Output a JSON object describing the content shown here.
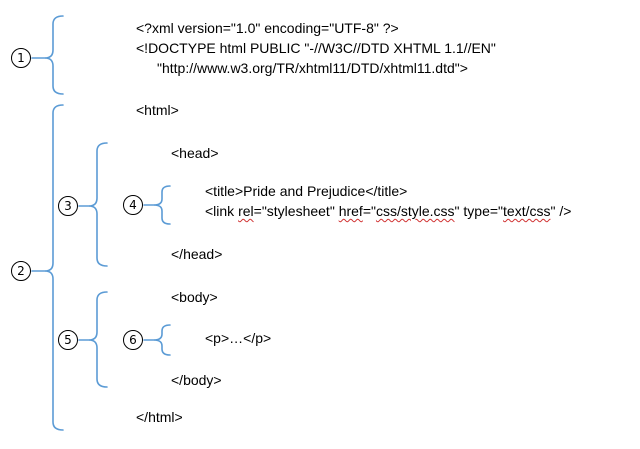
{
  "colors": {
    "bracket": "#5b9bd5",
    "text": "#000000",
    "spellcheck": "#d03030"
  },
  "markers": [
    "1",
    "2",
    "3",
    "4",
    "5",
    "6"
  ],
  "code": {
    "xml_decl": "<?xml version=\"1.0\" encoding=\"UTF-8\" ?>",
    "doctype_1": "<!DOCTYPE html PUBLIC \"-//W3C//DTD XHTML 1.1//EN\"",
    "doctype_2": "\"http://www.w3.org/TR/xhtml11/DTD/xhtml11.dtd\">",
    "html_open": "<html>",
    "head_open": "<head>",
    "title": "<title>Pride and Prejudice</title>",
    "link": {
      "p1": "<link ",
      "rel": "rel",
      "p2": "=\"stylesheet\" ",
      "href": "href",
      "p3": "=\"",
      "css": "css/style.css",
      "p4": "\" type=\"",
      "textcss": "text/css",
      "p5": "\" />"
    },
    "head_close": "</head>",
    "body_open": "<body>",
    "p": "<p>…</p>",
    "body_close": "</body>",
    "html_close": "</html>"
  }
}
